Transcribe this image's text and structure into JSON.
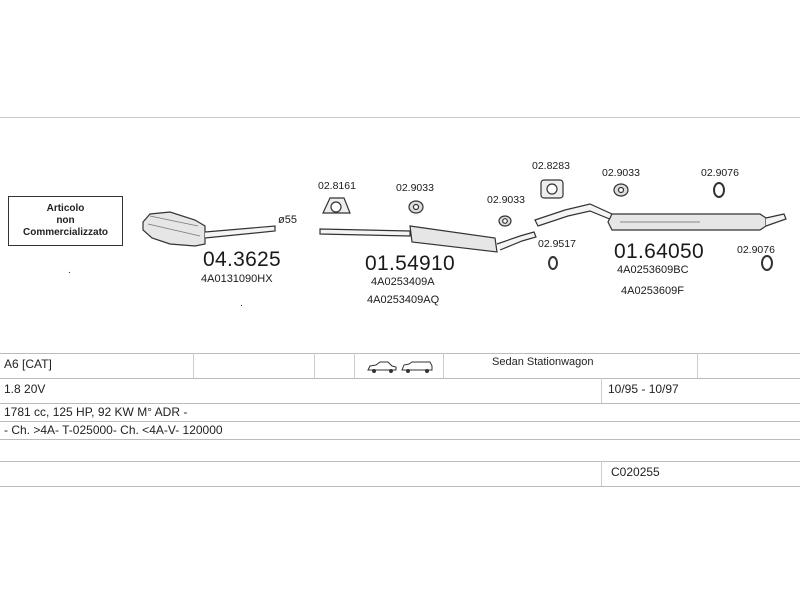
{
  "notice": {
    "line1": "Articolo",
    "line2": "non",
    "line3": "Commercializzato"
  },
  "parts": {
    "catalyst": {
      "number": "04.3625",
      "oe": "4A0131090HX",
      "diameter": "ø55"
    },
    "middle": {
      "number": "01.54910",
      "oe1": "4A0253409A",
      "oe2": "4A0253409AQ"
    },
    "rear": {
      "number": "01.64050",
      "oe1": "4A0253609BC",
      "oe2": "4A0253609F"
    },
    "accessories": {
      "a1": "02.8161",
      "a2": "02.9033",
      "a3": "02.9033",
      "a4": "02.8283",
      "a5": "02.9033",
      "a6": "02.9076",
      "a7": "02.9517",
      "a8": "02.9076"
    }
  },
  "vehicle": {
    "model": "A6  [CAT]",
    "body": "Sedan  Stationwagon",
    "engine": "1.8 20V",
    "years": "10/95 - 10/97",
    "spec": "1781 cc, 125 HP, 92 KW M° ADR -",
    "chassis": "- Ch. >4A- T-025000- Ch. <4A-V- 120000",
    "ref": "C020255"
  },
  "icons": [
    "car-sedan-icon",
    "car-wagon-icon"
  ],
  "colors": {
    "line": "#333333",
    "grid": "#bbbbbb",
    "text": "#1a1a1a"
  }
}
